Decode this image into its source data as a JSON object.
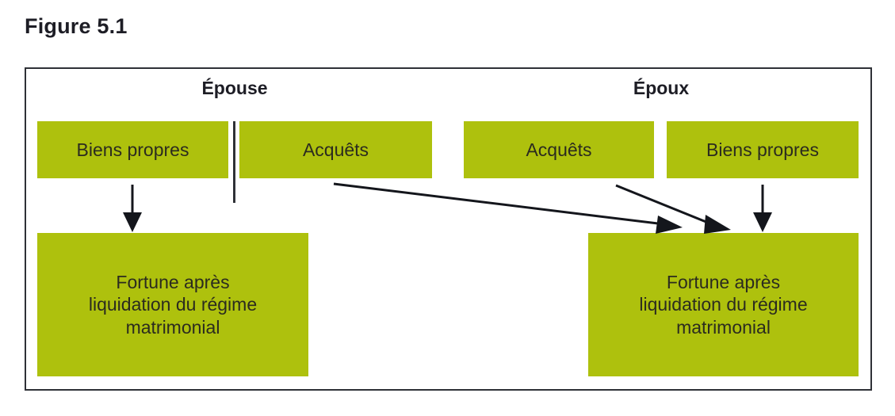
{
  "figure": {
    "title": "Figure 5.1",
    "accent_green": "#aec10d",
    "frame_color": "#2f3137",
    "text_color": "#1d1d25"
  },
  "columns": [
    {
      "id": "epouse",
      "label": "Épouse"
    },
    {
      "id": "epoux",
      "label": "Époux"
    }
  ],
  "top_row": [
    {
      "id": "wife-own",
      "label": "Biens propres",
      "column": "epouse"
    },
    {
      "id": "wife-acq",
      "label": "Acquêts",
      "column": "epouse"
    },
    {
      "id": "husb-acq",
      "label": "Acquêts",
      "column": "epoux"
    },
    {
      "id": "husb-own",
      "label": "Biens propres",
      "column": "epoux"
    }
  ],
  "bottom_row": [
    {
      "id": "wife-total",
      "column": "epouse",
      "lines": [
        "Fortune après",
        "liquidation du régime",
        "matrimonial"
      ],
      "label": "Fortune après liquidation du régime matrimonial"
    },
    {
      "id": "husb-total",
      "column": "epoux",
      "lines": [
        "Fortune après",
        "liquidation du régime",
        "matrimonial"
      ],
      "label": "Fortune après liquidation du régime matrimonial"
    }
  ],
  "arrows": [
    {
      "id": "wife-own-to-wife-total",
      "kind": "vertical-down-arrow",
      "from": "wife-own",
      "to": "wife-total"
    },
    {
      "id": "wife-acq-to-husb-total",
      "kind": "diagonal-down-right-arrow",
      "from": "wife-acq",
      "to": "husb-total"
    },
    {
      "id": "husb-acq-to-husb-total",
      "kind": "diagonal-down-right-arrow",
      "from": "husb-acq",
      "to": "husb-total"
    },
    {
      "id": "husb-own-to-husb-total",
      "kind": "vertical-down-arrow",
      "from": "husb-own",
      "to": "husb-total"
    }
  ]
}
